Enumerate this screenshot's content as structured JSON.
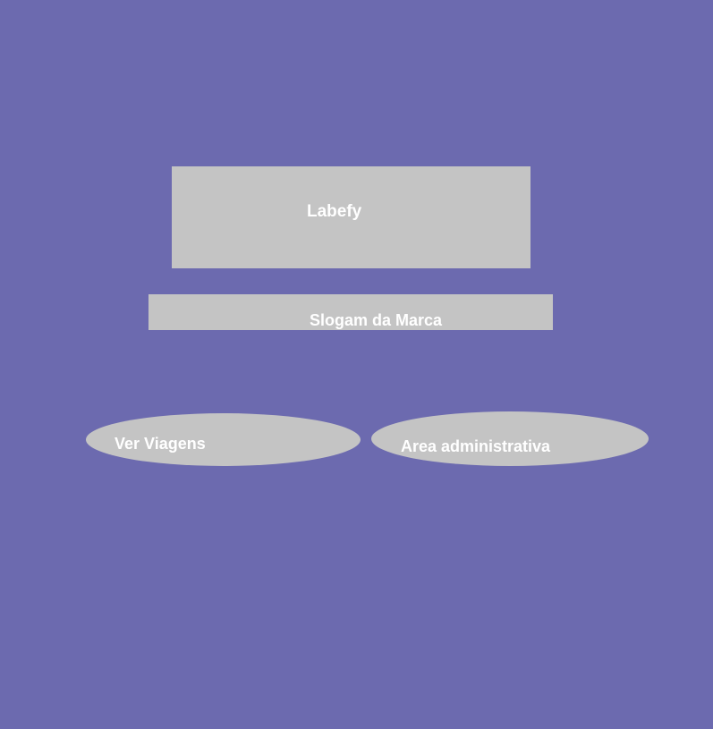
{
  "brand": {
    "name": "Labefy",
    "slogan": "Slogam da Marca"
  },
  "actions": {
    "trips_label": "Ver Viagens",
    "admin_label": "Area administrativa"
  },
  "colors": {
    "background": "#6c6aaf",
    "box": "#c4c4c4",
    "text": "#ffffff"
  }
}
